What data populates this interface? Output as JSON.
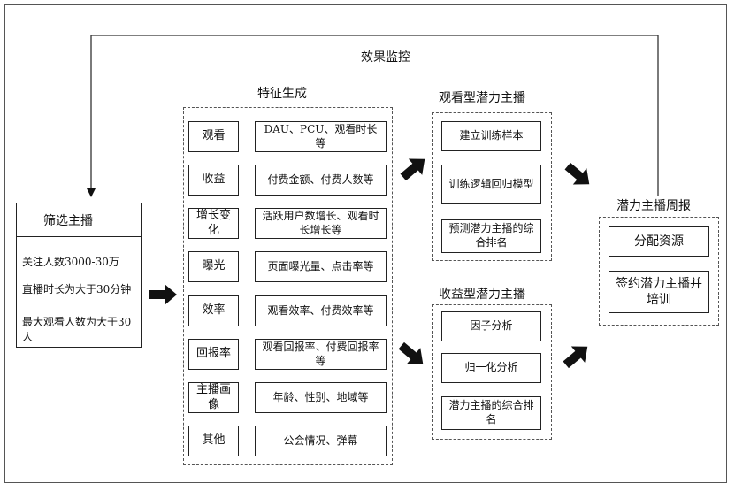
{
  "top_label": "效果监控",
  "feature": {
    "title": "特征生成",
    "rows": [
      {
        "category": "观看",
        "detail": "DAU、PCU、观看时长等"
      },
      {
        "category": "收益",
        "detail": "付费金额、付费人数等"
      },
      {
        "category": "增长变化",
        "detail": "活跃用户数增长、观看时长增长等"
      },
      {
        "category": "曝光",
        "detail": "页面曝光量、点击率等"
      },
      {
        "category": "效率",
        "detail": "观看效率、付费效率等"
      },
      {
        "category": "回报率",
        "detail": "观看回报率、付费回报率等"
      },
      {
        "category": "主播画像",
        "detail": "年龄、性别、地域等"
      },
      {
        "category": "其他",
        "detail": "公会情况、弹幕"
      }
    ]
  },
  "screen": {
    "title": "筛选主播",
    "criteria": [
      "关注人数3000-30万",
      "直播时长为大于30分钟",
      "最大观看人数为大于30人"
    ]
  },
  "watch_group": {
    "title": "观看型潜力主播",
    "steps": [
      "建立训练样本",
      "训练逻辑回归模型",
      "预测潜力主播的综合排名"
    ]
  },
  "revenue_group": {
    "title": "收益型潜力主播",
    "steps": [
      "因子分析",
      "归一化分析",
      "潜力主播的综合排名"
    ]
  },
  "weekly": {
    "title": "潜力主播周报",
    "items": [
      "分配资源",
      "签约潜力主播并培训"
    ]
  }
}
